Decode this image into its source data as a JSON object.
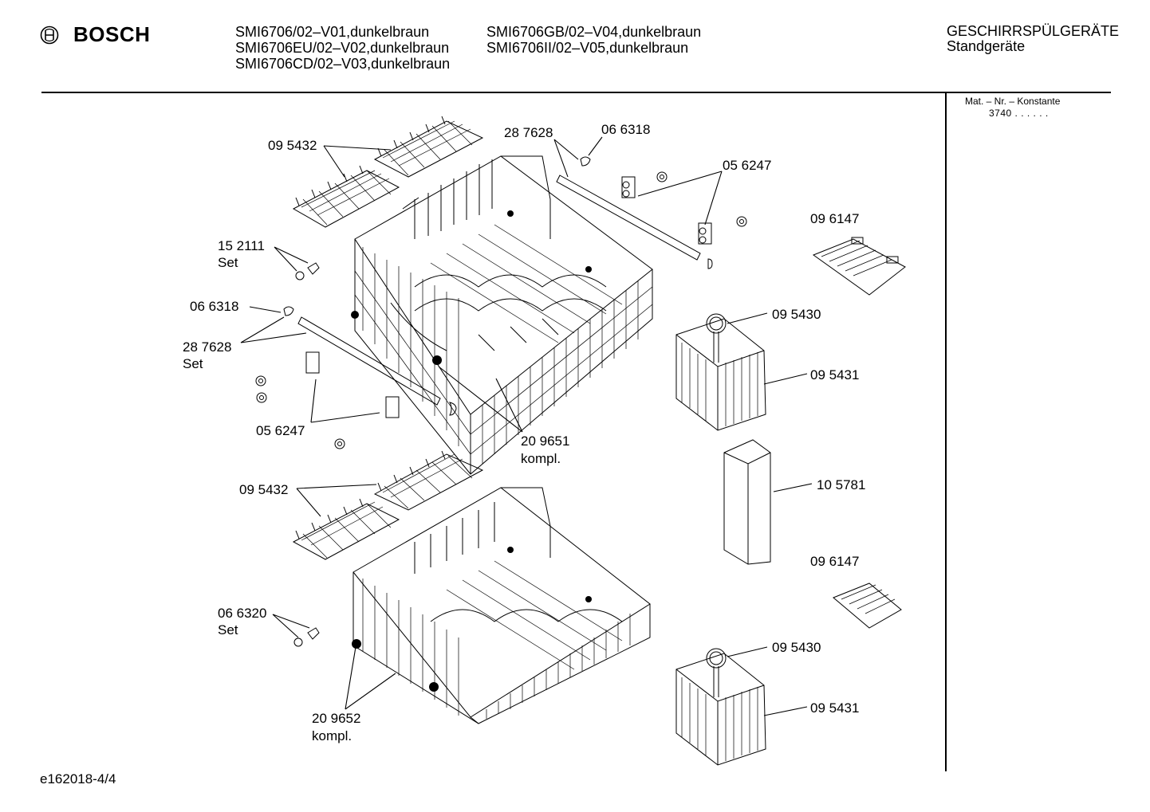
{
  "header": {
    "brand": "BOSCH",
    "models": [
      "SMI6706/02–V01,dunkelbraun",
      "SMI6706EU/02–V02,dunkelbraun",
      "SMI6706CD/02–V03,dunkelbraun",
      "SMI6706GB/02–V04,dunkelbraun",
      "SMI6706II/02–V05,dunkelbraun"
    ],
    "category": "GESCHIRRSPÜLGERÄTE",
    "subcategory": "Standgeräte"
  },
  "side": {
    "mat_label": "Mat. – Nr. – Konstante",
    "mat_value": "3740 . .  . . . ."
  },
  "footer": {
    "code": "e162018-4/4"
  },
  "parts": {
    "p095432_top": "09 5432",
    "p287628_top": "28 7628",
    "p066318_top": "06 6318",
    "p056247_top": "05 6247",
    "p096147_top": "09 6147",
    "p152111": "15 2111",
    "p152111_set": "Set",
    "p066318_mid": "06 6318",
    "p287628_mid": "28 7628",
    "p287628_set": "Set",
    "p056247_mid": "05 6247",
    "p095430_top": "09 5430",
    "p095431_top": "09 5431",
    "p209651": "20 9651",
    "p209651_kompl": "kompl.",
    "p095432_bot": "09 5432",
    "p105781": "10 5781",
    "p096147_bot": "09 6147",
    "p066320": "06 6320",
    "p066320_set": "Set",
    "p095430_bot": "09 5430",
    "p095431_bot": "09 5431",
    "p209652": "20 9652",
    "p209652_kompl": "kompl."
  }
}
